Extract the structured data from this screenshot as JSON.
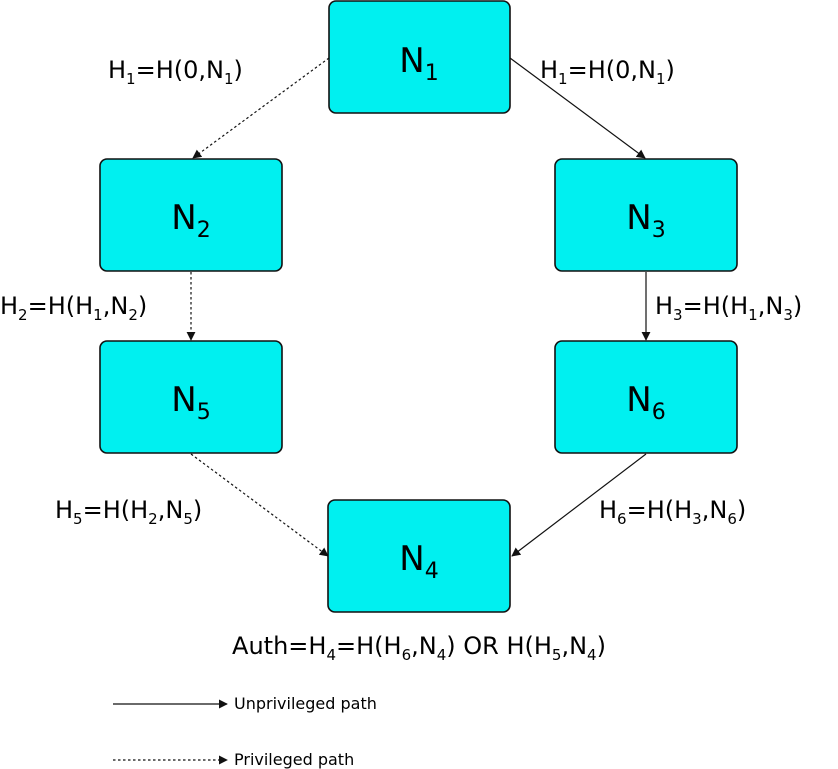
{
  "diagram": {
    "colors": {
      "node_fill": "#00f0f0",
      "node_stroke": "#111111",
      "line": "#111111",
      "text": "#000000"
    },
    "nodes": [
      {
        "id": "n1",
        "main": "N",
        "sub": "1"
      },
      {
        "id": "n2",
        "main": "N",
        "sub": "2"
      },
      {
        "id": "n3",
        "main": "N",
        "sub": "3"
      },
      {
        "id": "n5",
        "main": "N",
        "sub": "5"
      },
      {
        "id": "n6",
        "main": "N",
        "sub": "6"
      },
      {
        "id": "n4",
        "main": "N",
        "sub": "4"
      }
    ],
    "edges": [
      {
        "id": "n1-n2",
        "from": "N1",
        "to": "N2",
        "style": "dotted",
        "label": "H1=H(0,N1)"
      },
      {
        "id": "n1-n3",
        "from": "N1",
        "to": "N3",
        "style": "solid",
        "label": "H1=H(0,N1)"
      },
      {
        "id": "n2-n5",
        "from": "N2",
        "to": "N5",
        "style": "dotted",
        "label": "H2=H(H1,N2)"
      },
      {
        "id": "n3-n6",
        "from": "N3",
        "to": "N6",
        "style": "solid",
        "label": "H3=H(H1,N3)"
      },
      {
        "id": "n5-n4",
        "from": "N5",
        "to": "N4",
        "style": "dotted",
        "label": "H5=H(H2,N5)"
      },
      {
        "id": "n6-n4",
        "from": "N6",
        "to": "N4",
        "style": "solid",
        "label": "H6=H(H3,N6)"
      }
    ],
    "auth_label": "Auth=H4=H(H6,N4) OR H(H5,N4)",
    "legend": [
      {
        "style": "solid",
        "label": "Unprivileged path"
      },
      {
        "style": "dotted",
        "label": "Privileged path"
      }
    ]
  }
}
